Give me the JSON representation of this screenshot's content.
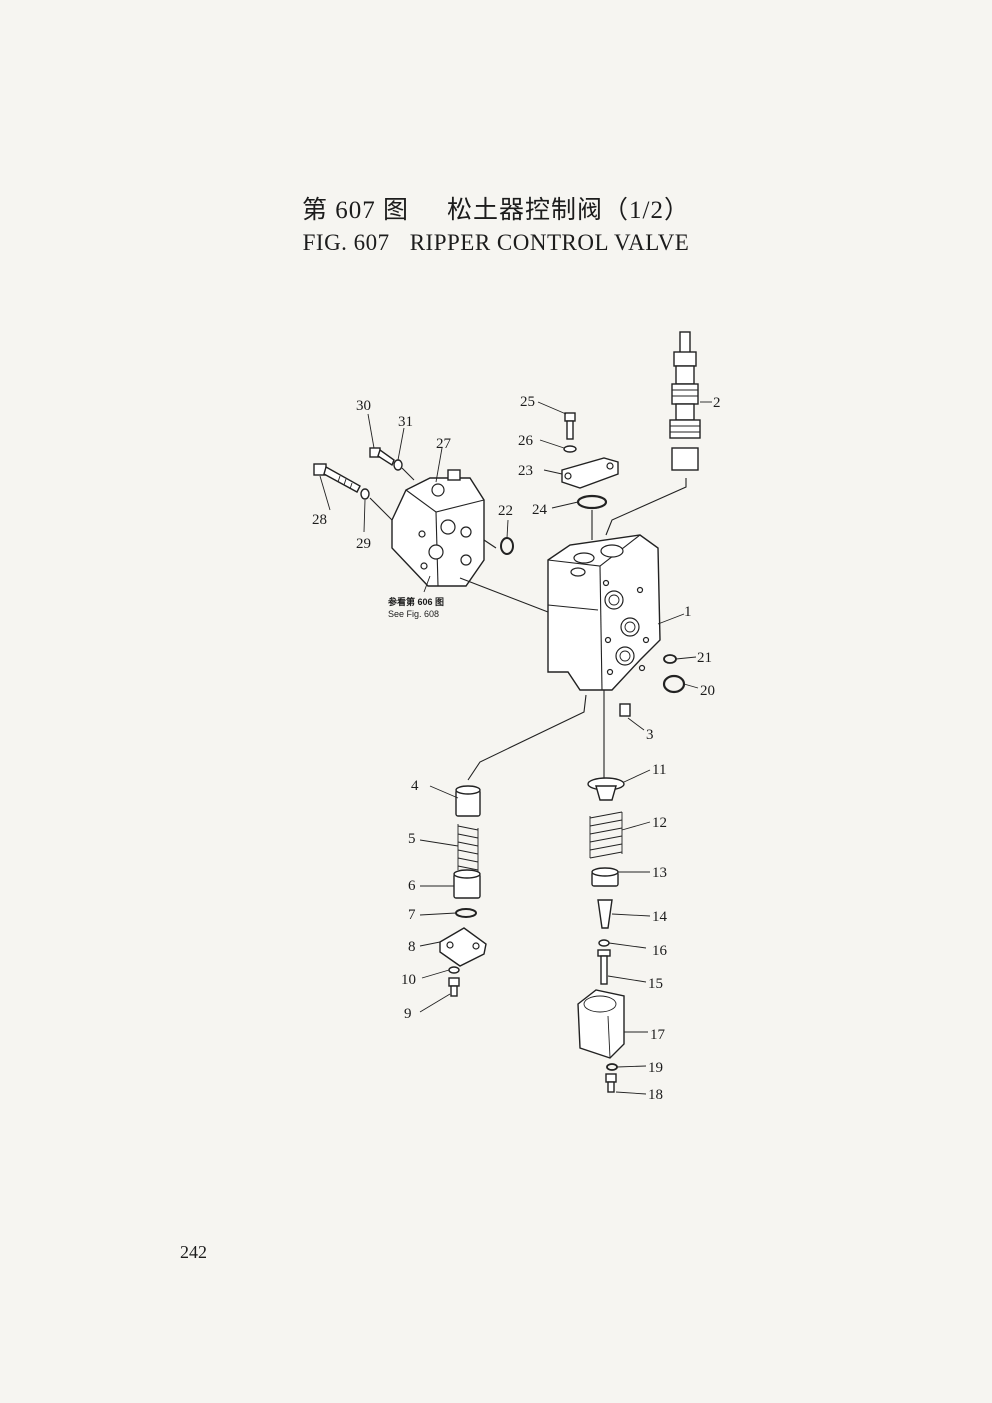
{
  "figure": {
    "cn_number": "第 607 图",
    "cn_title": "松土器控制阀（1/2）",
    "en_number": "FIG. 607",
    "en_title": "RIPPER CONTROL VALVE"
  },
  "reference_note": {
    "cn": "参看第 606 图",
    "en": "See Fig. 608"
  },
  "page_number": "242",
  "callouts": [
    "1",
    "2",
    "3",
    "4",
    "5",
    "6",
    "7",
    "8",
    "9",
    "10",
    "11",
    "12",
    "13",
    "14",
    "15",
    "16",
    "17",
    "18",
    "19",
    "20",
    "21",
    "22",
    "23",
    "24",
    "25",
    "26",
    "27",
    "28",
    "29",
    "30",
    "31"
  ]
}
